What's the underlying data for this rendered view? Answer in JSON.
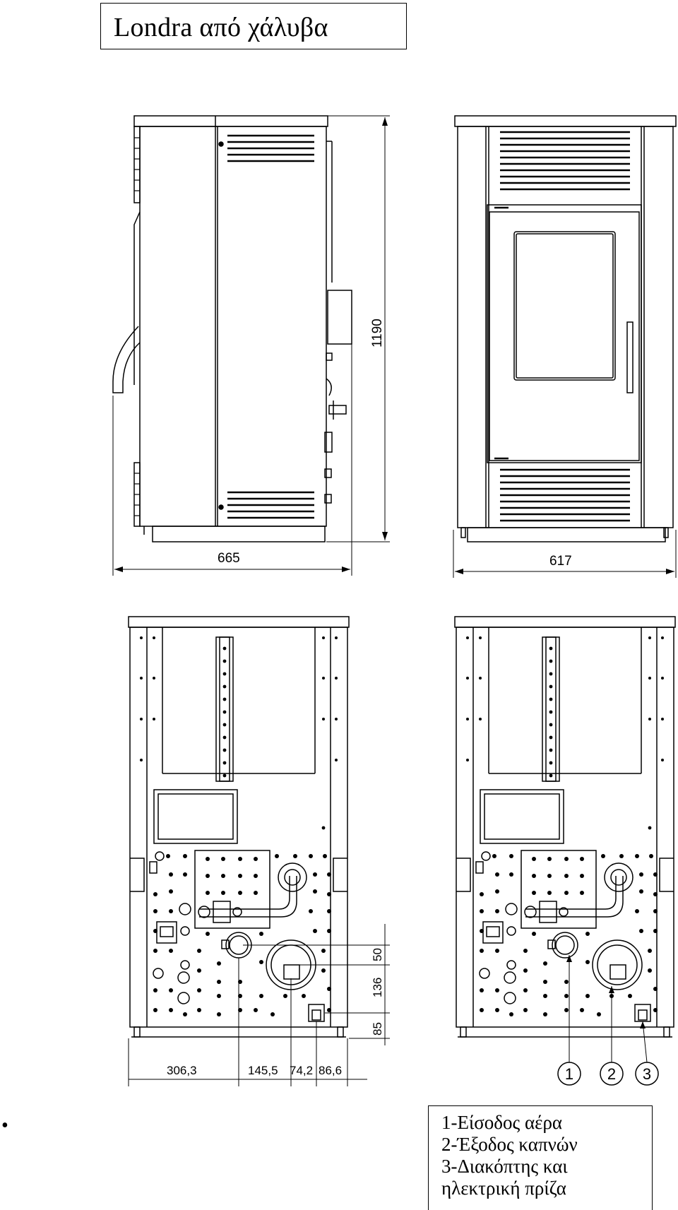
{
  "title": "Londra από χάλυβα",
  "dimensions": {
    "side_height": "1190",
    "side_depth": "665",
    "front_width": "617",
    "rear_vertical": [
      "50",
      "136",
      "85"
    ],
    "rear_horizontal": [
      "306,3",
      "145,5",
      "74,2",
      "86,6"
    ]
  },
  "callouts": [
    "1",
    "2",
    "3"
  ],
  "bullet": "•",
  "legend": [
    "1-Είσοδος αέρα",
    "2-Έξοδος καπνών",
    "3-Διακόπτης και",
    "ηλεκτρική πρίζα"
  ]
}
